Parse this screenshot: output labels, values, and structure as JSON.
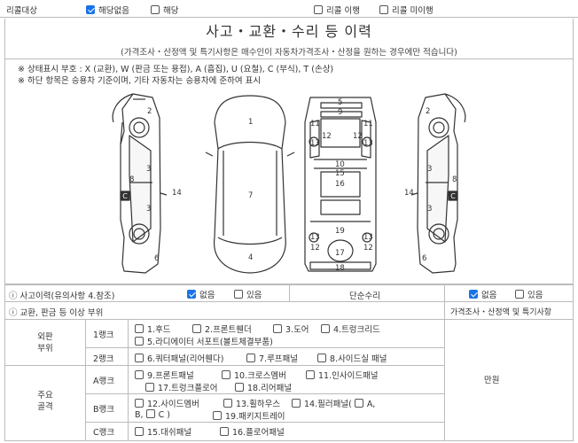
{
  "recall": {
    "label": "리콜대상",
    "none": "해당없음",
    "applicable": "해당",
    "done": "리콜 이행",
    "not_done": "리콜 미이행"
  },
  "history": {
    "title": "사고・교환・수리 등 이력",
    "subtitle": "(가격조사・산정액 및 특기사항은 매수인이 자동차가격조사・산정을 원하는 경우에만 적습니다)",
    "note1": "※ 상태표시 부호 : X (교환), W (판금 또는 용접), A (흠집), U (요철), C (부식), T (손상)",
    "note2": "※ 하단 항목은 승용차 기준이며, 기타 자동차는 승용차에 준하여 표시"
  },
  "diagram": {
    "c_left": "C",
    "c_right": "C"
  },
  "accident": {
    "label": "사고이력(유의사항 4.참조)",
    "none": "없음",
    "exists": "있음",
    "simple_repair": "단순수리",
    "none2": "없음",
    "exists2": "있음"
  },
  "exchange": {
    "label": "교환, 판금 등 이상 부위",
    "price_header": "가격조사・산정액 및 특기사항",
    "outer": "외판\n부위",
    "main": "주요\n골격",
    "rank1": "1랭크",
    "rank2": "2랭크",
    "rankA": "A랭크",
    "rankB": "B랭크",
    "rankC": "C랭크",
    "unit": "만원",
    "items": {
      "i1": "1.후드",
      "i2": "2.프론트휀더",
      "i3": "3.도어",
      "i4": "4.트렁크리드",
      "i5": "5.라디에이터 서포트(볼트체결부품)",
      "i6": "6.쿼터패널(리어휀다)",
      "i7": "7.루프패널",
      "i8": "8.사이드실 패널",
      "i9": "9.프론트패널",
      "i10": "10.크로스멤버",
      "i11": "11.인사이드패널",
      "i17": "17.트렁크플로어",
      "i18": "18.리어패널",
      "i12": "12.사이드멤버",
      "i13": "13.휠하우스",
      "i14": "14.필러패널(",
      "i14a": "A,",
      "i14b": "B,",
      "i14c": "C )",
      "i19": "19.패키지트레이",
      "i15": "15.대쉬패널",
      "i16": "16.플로어패널"
    }
  }
}
